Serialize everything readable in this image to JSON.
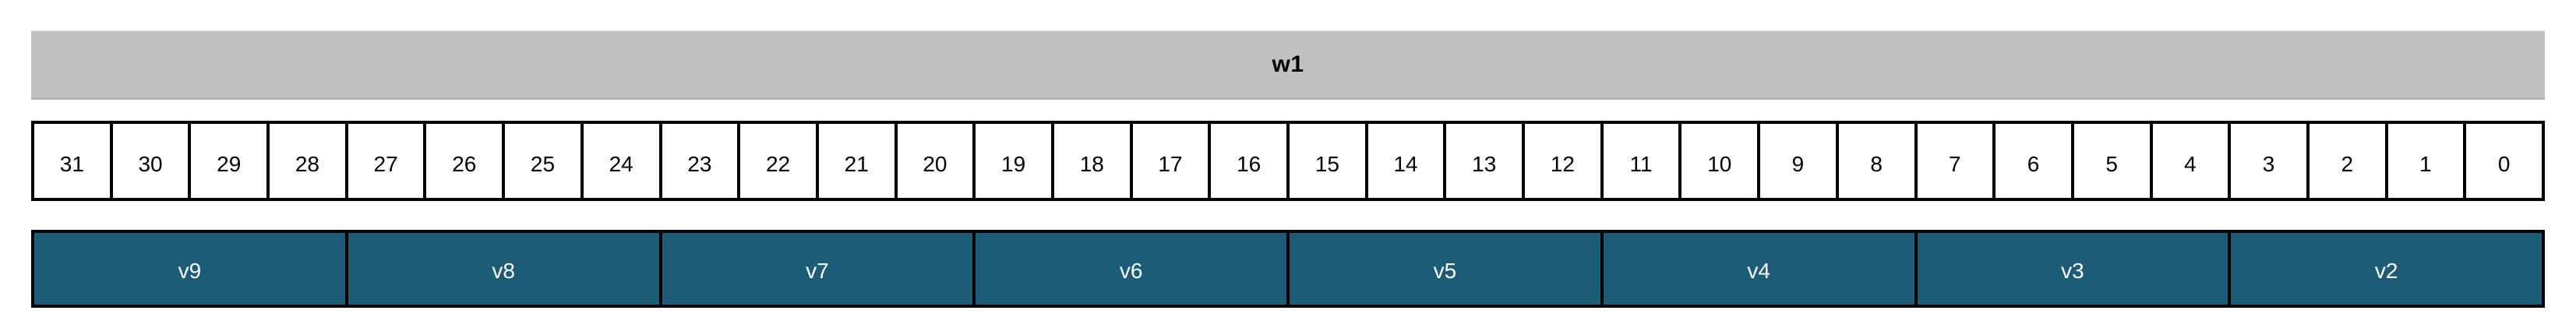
{
  "register": {
    "name": "w1",
    "width_bits": 32,
    "name_bar_color": "#c0c0c0",
    "field_color": "#1d5c77",
    "border_color": "#000000",
    "cell_background": "#ffffff",
    "field_text_color": "#ffffff",
    "bit_text_color": "#000000"
  },
  "bits": [
    {
      "index": "31"
    },
    {
      "index": "30"
    },
    {
      "index": "29"
    },
    {
      "index": "28"
    },
    {
      "index": "27"
    },
    {
      "index": "26"
    },
    {
      "index": "25"
    },
    {
      "index": "24"
    },
    {
      "index": "23"
    },
    {
      "index": "22"
    },
    {
      "index": "21"
    },
    {
      "index": "20"
    },
    {
      "index": "19"
    },
    {
      "index": "18"
    },
    {
      "index": "17"
    },
    {
      "index": "16"
    },
    {
      "index": "15"
    },
    {
      "index": "14"
    },
    {
      "index": "13"
    },
    {
      "index": "12"
    },
    {
      "index": "11"
    },
    {
      "index": "10"
    },
    {
      "index": "9"
    },
    {
      "index": "8"
    },
    {
      "index": "7"
    },
    {
      "index": "6"
    },
    {
      "index": "5"
    },
    {
      "index": "4"
    },
    {
      "index": "3"
    },
    {
      "index": "2"
    },
    {
      "index": "1"
    },
    {
      "index": "0"
    }
  ],
  "fields": [
    {
      "name": "v9",
      "bits": 4,
      "msb": "31",
      "lsb": "28"
    },
    {
      "name": "v8",
      "bits": 4,
      "msb": "27",
      "lsb": "24"
    },
    {
      "name": "v7",
      "bits": 4,
      "msb": "23",
      "lsb": "20"
    },
    {
      "name": "v6",
      "bits": 4,
      "msb": "19",
      "lsb": "16"
    },
    {
      "name": "v5",
      "bits": 4,
      "msb": "15",
      "lsb": "12"
    },
    {
      "name": "v4",
      "bits": 4,
      "msb": "11",
      "lsb": "8"
    },
    {
      "name": "v3",
      "bits": 4,
      "msb": "7",
      "lsb": "4"
    },
    {
      "name": "v2",
      "bits": 4,
      "msb": "3",
      "lsb": "0"
    }
  ]
}
